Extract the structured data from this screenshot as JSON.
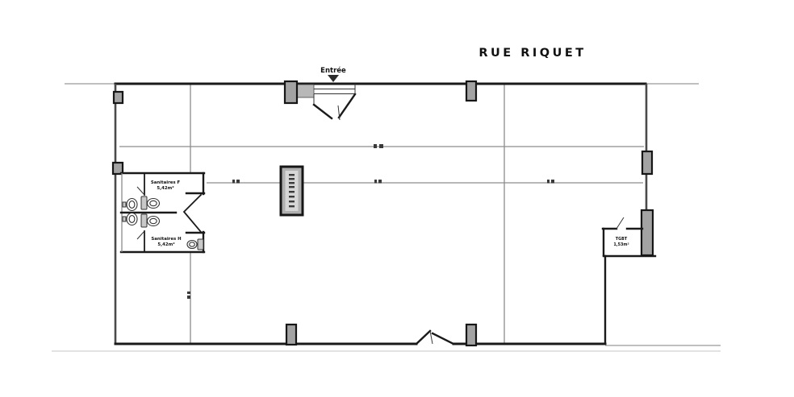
{
  "plan": {
    "street_label": "RUE RIQUET",
    "entrance_label": "Entrée",
    "rooms": {
      "sanitaires_f": {
        "name": "Sanitaires F",
        "area": "5,42m²"
      },
      "sanitaires_h": {
        "name": "Sanitaires H",
        "area": "5,42m²"
      },
      "tgbt": {
        "name": "TGBT",
        "area": "1,53m²"
      }
    },
    "colors": {
      "wall": "#1a1a1a",
      "partition": "#8c8c8c",
      "context_line": "#aaaaaa",
      "pillar_fill": "#a3a3a3",
      "text": "#111111",
      "background": "#ffffff"
    }
  }
}
